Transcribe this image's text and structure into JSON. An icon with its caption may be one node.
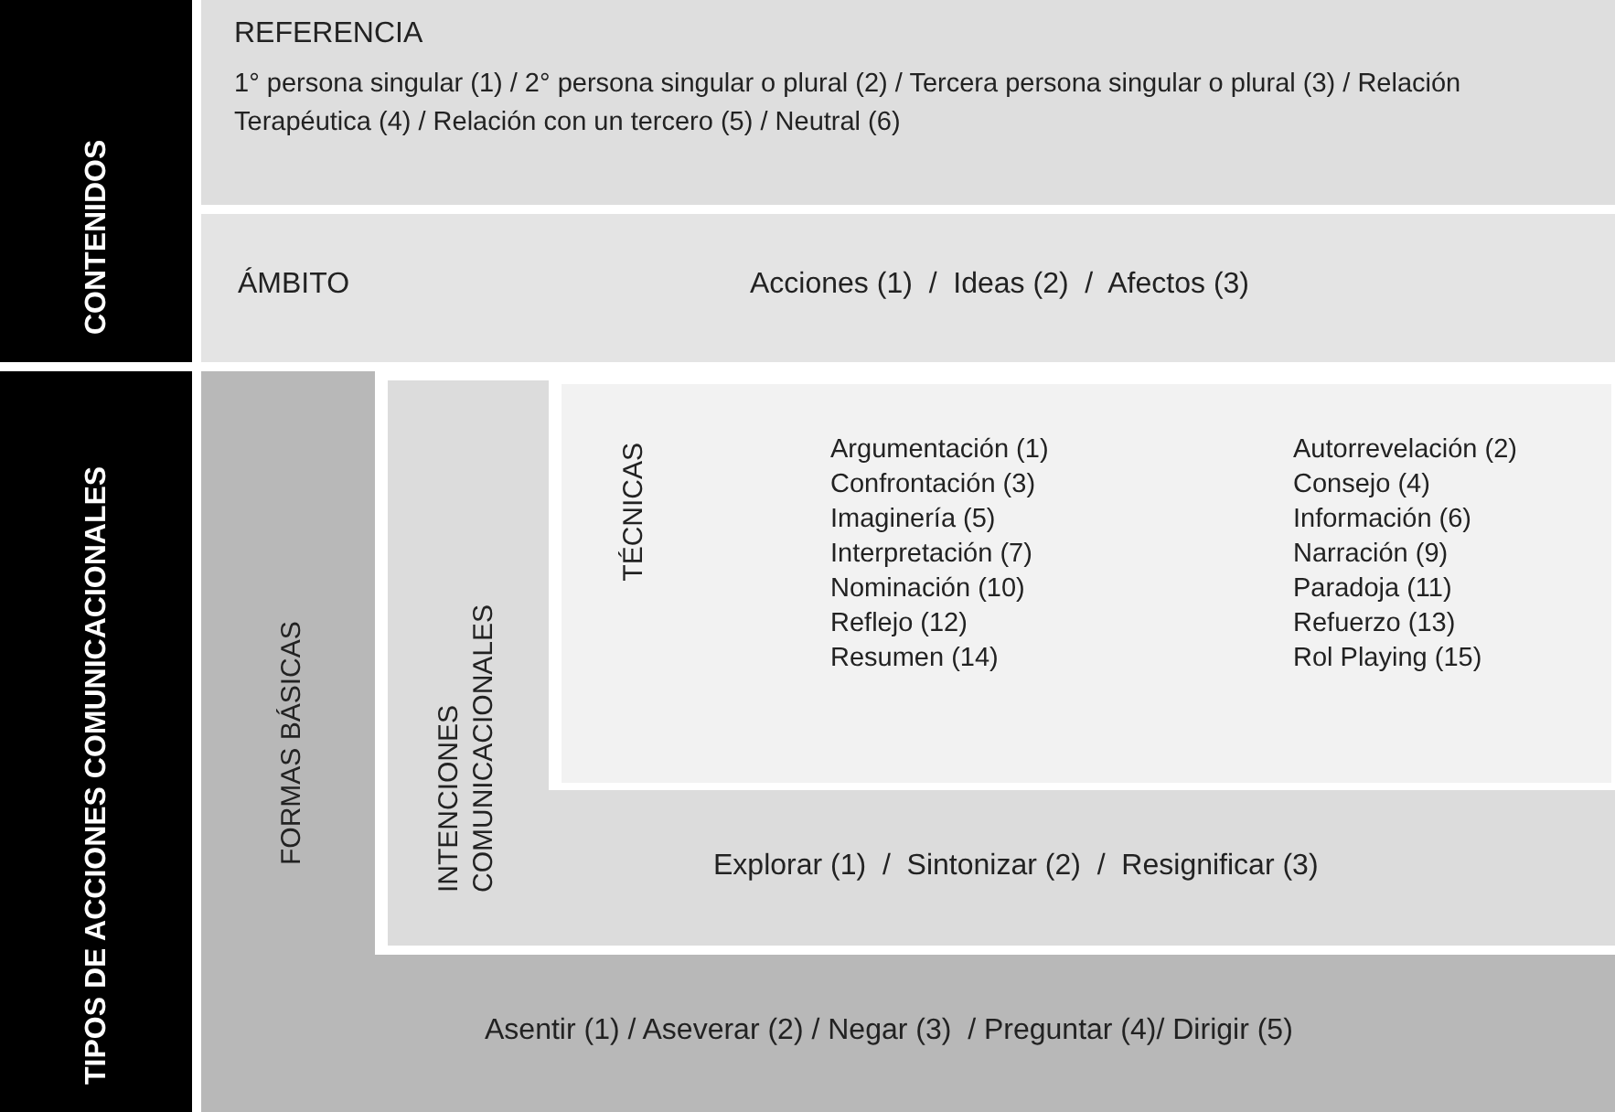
{
  "diagram": {
    "nodes": [
      {
        "text": [
          "CONTENIDOS"
        ]
      },
      {
        "text": [
          "TIPOS DE ACCIONES COMUNICACIONALES"
        ]
      },
      {
        "text": [
          "REFERENCIA",
          "1° persona singular (1) / 2° persona singular o plural (2) / Tercera persona singular o plural (3) / Relación Terapéutica (4) / Relación con un tercero (5) / Neutral (6)"
        ]
      },
      {
        "text": [
          "ÁMBITO",
          "Acciones (1)  /  Ideas (2)  /  Afectos (3)"
        ]
      },
      {
        "text": [
          "FORMAS BÁSICAS",
          "Asentir (1) / Aseverar (2) / Negar (3)  / Preguntar (4)/ Dirigir (5)"
        ]
      },
      {
        "text": [
          "INTENCIONES COMUNICACIONALES",
          "Explorar (1)  /  Sintonizar (2)  /  Resignificar (3)"
        ]
      },
      {
        "text": [
          "TÉCNICAS",
          "Argumentación (1)",
          "Autorrevelación (2)",
          "Confrontación (3)",
          "Consejo (4)",
          "Imaginería (5)",
          "Información (6)",
          "Interpretación (7)",
          "Narración (9)",
          "Nominación (10)",
          "Paradoja (11)",
          "Reflejo (12)",
          "Refuerzo (13)",
          "Resumen (14)",
          "Rol Playing (15)"
        ]
      }
    ],
    "edges": []
  }
}
